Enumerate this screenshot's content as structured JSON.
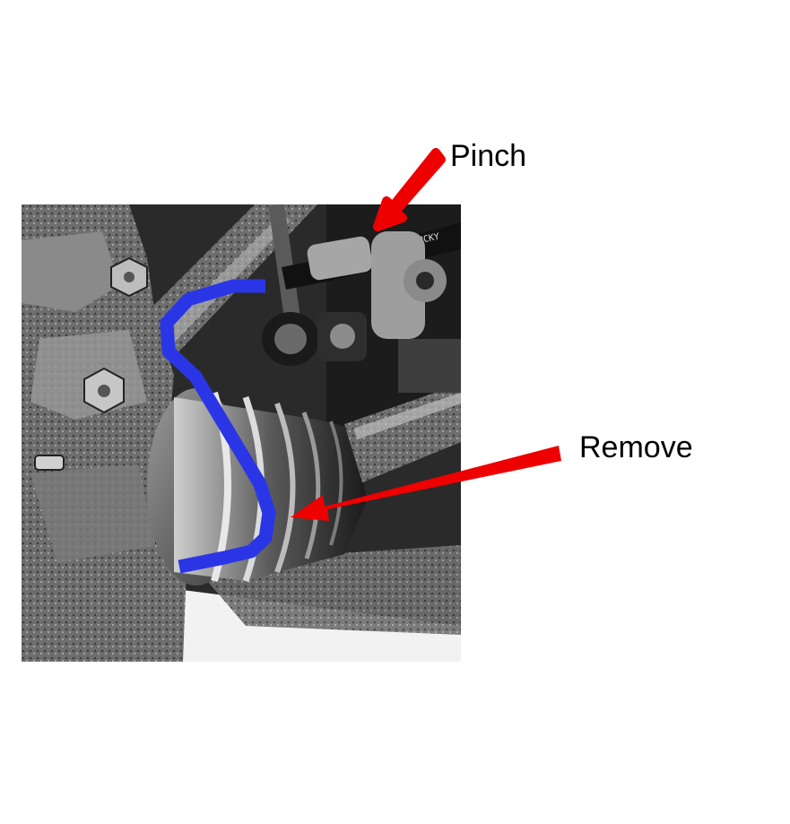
{
  "annotations": {
    "pinch_label": "Pinch",
    "remove_label": "Remove"
  },
  "photo": {
    "subject": "car front suspension with CV joint boot, brake hose and knuckle",
    "printed_text": "TG KENTUCKY",
    "style": "high-contrast black and white"
  },
  "colors": {
    "arrow": "#ee0000",
    "hose_highlight": "#2a36e6",
    "background": "#ffffff"
  }
}
